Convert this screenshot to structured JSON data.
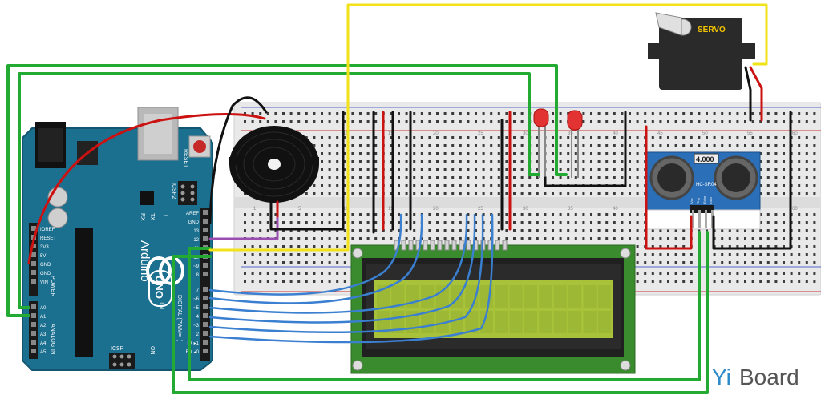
{
  "colors": {
    "board_blue": "#1b6f8f",
    "breadboard": "#e9e9e9",
    "lcd_pcb": "#3a8a2e",
    "lcd_screen": "#a8c23a",
    "servo_body": "#2a2a2a",
    "servo_label": "#f2c200",
    "wire_green": "#22aa33",
    "wire_red": "#cc1111",
    "wire_black": "#111111",
    "wire_blue": "#3a7fd0",
    "wire_yellow": "#f2e21a",
    "wire_purple": "#9a4fb0",
    "sensor_blue": "#2a6fb7"
  },
  "arduino": {
    "brand": "Arduino",
    "model": "UNO",
    "tm": "TM",
    "reset": "RESET",
    "icsp_top": "ICSP2",
    "icsp_bottom": "ICSP",
    "tx": "TX",
    "rx": "RX",
    "l": "L",
    "on": "ON",
    "power": "POWER",
    "analog_in": "ANALOG IN",
    "digital": "DIGITAL (PWM=~)",
    "power_pins": [
      "IOREF",
      "RESET",
      "3V3",
      "5V",
      "GND",
      "GND",
      "VIN"
    ],
    "analog_pins": [
      "A0",
      "A1",
      "A2",
      "A3",
      "A4",
      "A5"
    ],
    "top_pins": [
      "AREF",
      "GND",
      "13",
      "12",
      "~11",
      "~10",
      "~9",
      "8"
    ],
    "bottom_pins": [
      "7",
      "~6",
      "~5",
      "4",
      "~3",
      "2",
      "TX ▸1",
      "RX ◂0"
    ]
  },
  "servo": {
    "label": "SERVO"
  },
  "sensor": {
    "display": "4.000",
    "model": "HC-SR04",
    "pins": [
      "Vcc",
      "Trig",
      "Echo",
      "Gnd"
    ]
  },
  "breadboard": {
    "row_numbers": [
      "1",
      "5",
      "10",
      "15",
      "20",
      "25",
      "30",
      "35",
      "40",
      "45",
      "50",
      "55",
      "60"
    ]
  },
  "watermark": {
    "yi": "Yi",
    "board": "Board"
  }
}
